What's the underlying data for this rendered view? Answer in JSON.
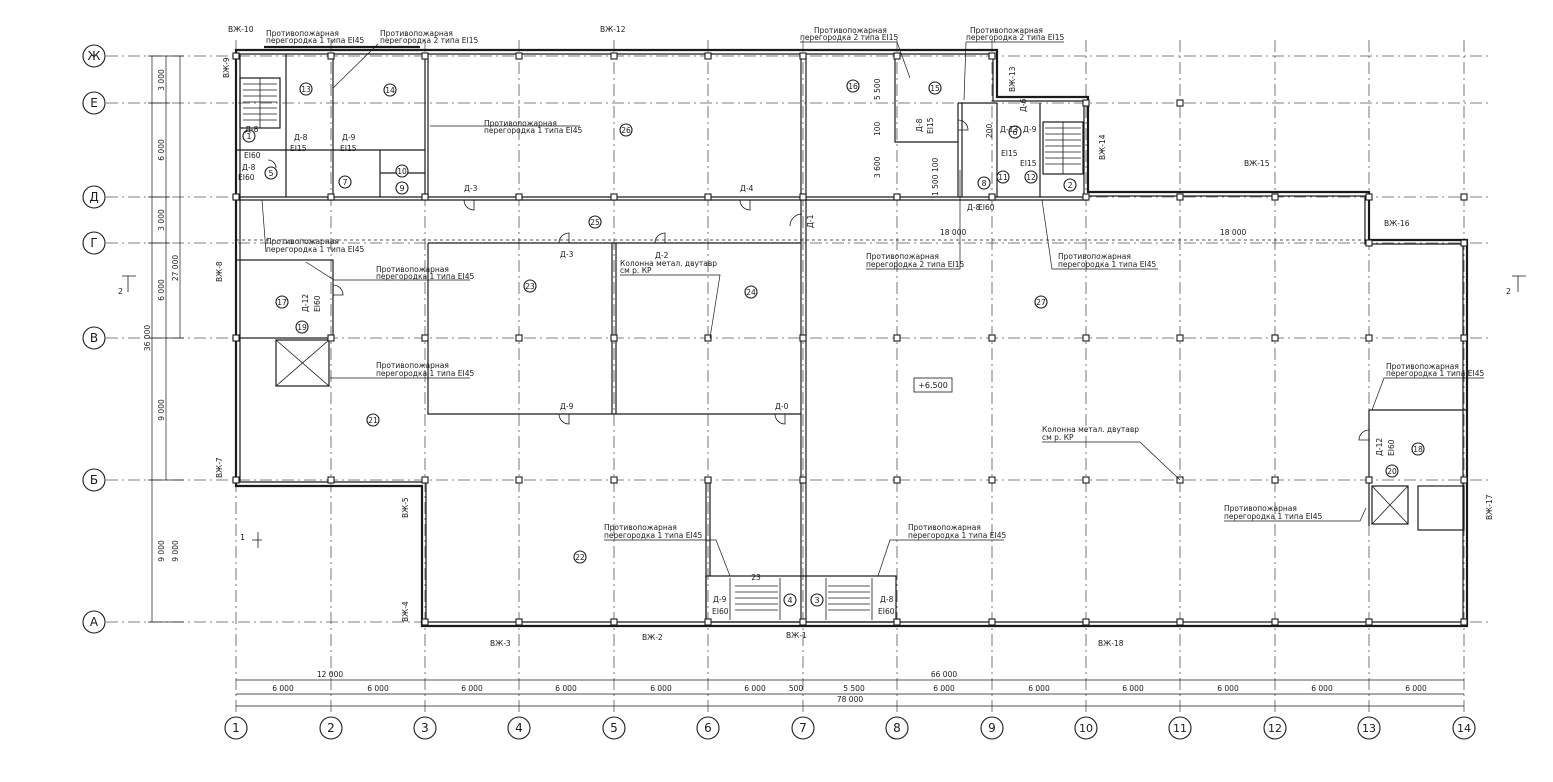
{
  "axes_letters": [
    "Ж",
    "Е",
    "Д",
    "Г",
    "В",
    "Б",
    "А"
  ],
  "axes_numbers": [
    "1",
    "2",
    "3",
    "4",
    "5",
    "6",
    "7",
    "8",
    "9",
    "10",
    "11",
    "12",
    "13",
    "14"
  ],
  "left_dims": [
    "3 000",
    "6 000",
    "3 000",
    "6 000",
    "9 000",
    "9 000"
  ],
  "left_totals": [
    "27 000",
    "36 000",
    "9 000"
  ],
  "bottom_dims": [
    "6 000",
    "6 000",
    "6 000",
    "6 000",
    "6 000",
    "6 000",
    "500",
    "5 500",
    "6 000",
    "6 000",
    "6 000",
    "6 000",
    "6 000",
    "6 000"
  ],
  "bottom_totals": {
    "left": "12 000",
    "middle": "66 000",
    "overall": "78 000"
  },
  "wall_labels": [
    "ВЖ-10",
    "ВЖ-9",
    "ВЖ-12",
    "ВЖ-13",
    "ВЖ-14",
    "ВЖ-15",
    "ВЖ-16",
    "ВЖ-8",
    "ВЖ-7",
    "ВЖ-5",
    "ВЖ-4",
    "ВЖ-3",
    "ВЖ-2",
    "ВЖ-1",
    "ВЖ-18",
    "ВЖ-17"
  ],
  "room_numbers": [
    "1",
    "2",
    "3",
    "4",
    "5",
    "6",
    "7",
    "8",
    "9",
    "10",
    "11",
    "12",
    "13",
    "14",
    "15",
    "16",
    "17",
    "18",
    "19",
    "20",
    "21",
    "22",
    "23",
    "24",
    "25",
    "26",
    "27"
  ],
  "doors": {
    "d8_ei60": "Д-8",
    "ei60": "EI60",
    "d8": "Д-8",
    "d9": "Д-9",
    "ei15": "EI15",
    "d3": "Д-3",
    "d4": "Д-4",
    "d1": "Д-1",
    "d2": "Д-2",
    "d0": "Д-0",
    "d12": "Д-12",
    "d13": "Д-13",
    "d6": "Д-6"
  },
  "notes": {
    "p1_45": "Противопожарная",
    "p1_45_b": "перегородка 1 типа EI45",
    "p2_15_b": "перегородка 2 типа EI15",
    "column_a": "Колонна метал. двутавр",
    "column_b": "см р. КР",
    "column_c": "Колонна метал. двутавр",
    "column_d": "см р. КР"
  },
  "inner_dims": {
    "d18000": "18 000",
    "d5500": "5 500",
    "d3600": "3 600",
    "d100": "100",
    "d1500": "1 500",
    "d200": "200"
  },
  "elevation": "+6.500",
  "sections": {
    "s1": "1",
    "s2": "2"
  }
}
